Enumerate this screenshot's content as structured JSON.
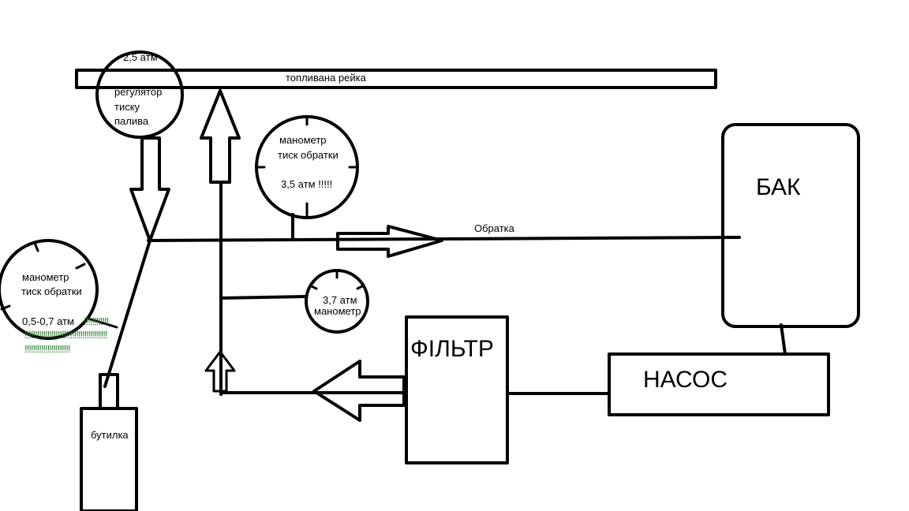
{
  "diagram": {
    "rail_label": "топливана рейка",
    "regulator": {
      "pressure": "2,5 атм",
      "lines": [
        "регулятор",
        "тиску",
        "палива"
      ]
    },
    "gauge_top": {
      "lines": [
        "манометр",
        "тиск обратки"
      ],
      "pressure": "3,5 атм !!!!!"
    },
    "gauge_left": {
      "lines": [
        "манометр",
        "тиск обратки"
      ],
      "pressure": "0,5-0,7 атм",
      "exclaim_lines": [
        "!!!!!!!!!!!!",
        "!!!!!!!!!!!!!!!!!!!!!!!!!!!!!!!!!!!!!!!!",
        "!!!!!!!!!!!!!!!!!!!!!!"
      ]
    },
    "gauge_small": {
      "pressure": "3,7 атм",
      "label": "манометр"
    },
    "return_label": "Обратка",
    "tank_label": "БАК",
    "filter_label": "ФІЛЬТР",
    "pump_label": "НАСОС",
    "bottle_label": "бутилка"
  }
}
